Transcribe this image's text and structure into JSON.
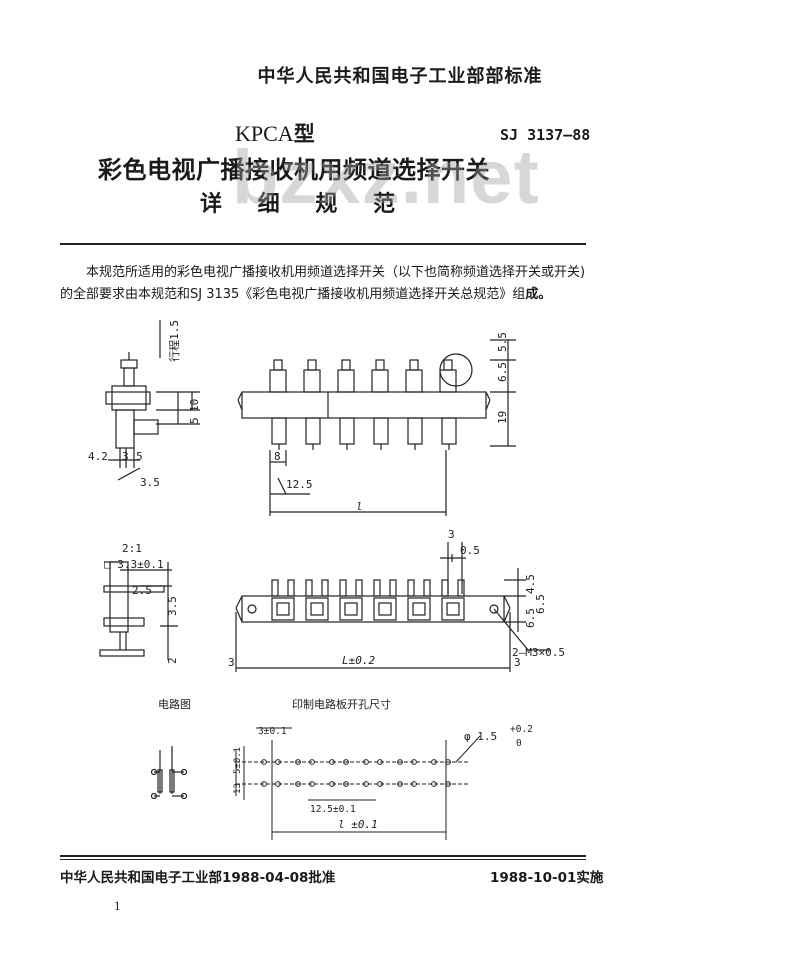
{
  "header": {
    "org_standard": "中华人民共和国电子工业部部标准",
    "model": "KPCA",
    "model_suffix": "型",
    "standard_code": "SJ 3137—88",
    "title_line1": "彩色电视广播接收机用频道选择开关",
    "title_line2": "详 细 规 范",
    "watermark": "bzxz.net"
  },
  "intro": {
    "text": "本规范所适用的彩色电视广播接收机用频道选择开关（以下也简称频道选择开关或开关)的全部要求由本规范和SJ 3135《彩色电视广播接收机用频道选择开关总规范》组",
    "text_end": "成。"
  },
  "drawing": {
    "label_stroke": "行程1.5",
    "dim_55": "5.5",
    "dim_65": "6.5",
    "dim_10": "10",
    "dim_5": "5",
    "dim_19": "19",
    "dim_42": "4.2",
    "dim_3": "3",
    "dim_5b": "5",
    "dim_35": "3.5",
    "dim_8": "8",
    "dim_125": "12.5",
    "dim_l": "l",
    "scale": "2:1",
    "sq_dim": "□ 3.3±0.1",
    "dim_25": "2.5",
    "dim_35b": "3.5",
    "dim_2": "2",
    "dim_3top": "3",
    "dim_05": "0.5",
    "dim_45": "4.5",
    "dim_65b": "6.5",
    "dim_65c": "6.5",
    "thread": "2—M3×0.5",
    "dim_3left": "3",
    "dim_L": "L±0.2",
    "dim_3right": "3",
    "label_circuit": "电路图",
    "label_pcb": "印制电路板开孔尺寸",
    "hole_pitch": "3±0.1",
    "hole_dia": "φ 1.5",
    "tol_plus": "+0.2",
    "tol_zero": "0",
    "dim_5b1": "5±0.1",
    "dim_13": "13",
    "dim_125b": "12.5±0.1",
    "dim_l01": "l ±0.1"
  },
  "footer": {
    "approval": "中华人民共和国电子工业部1988-04-08批准",
    "implement": "1988-10-01实施",
    "page": "1"
  }
}
